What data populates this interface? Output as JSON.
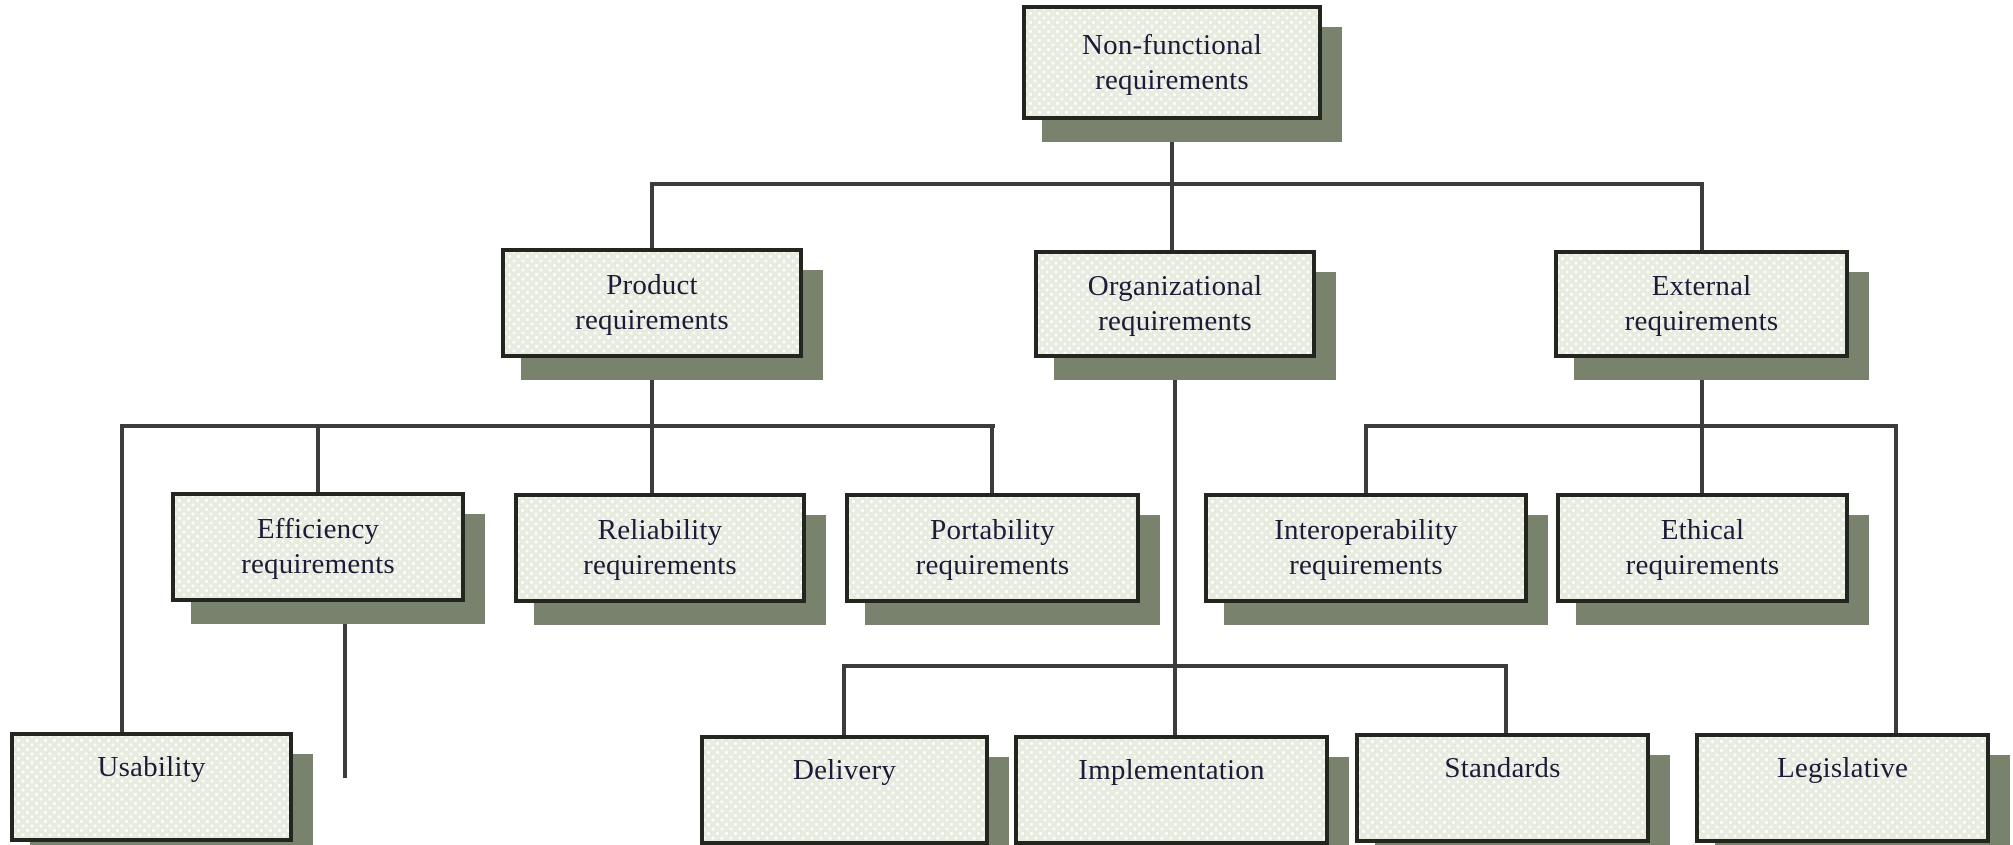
{
  "diagram": {
    "type": "hierarchy-tree",
    "topic": "Non-functional requirements classification",
    "colors": {
      "background": "#ffffff",
      "box_fill": "#e7ebe0",
      "box_texture_dot": "#ffffff",
      "box_border": "#23261e",
      "box_shadow": "#78826d",
      "connector_line": "#3c3c3c",
      "text": "#1c1c38"
    },
    "nodes": {
      "root": {
        "line1": "Non-functional",
        "line2": "requirements"
      },
      "product": {
        "line1": "Product",
        "line2": "requirements"
      },
      "organizational": {
        "line1": "Organizational",
        "line2": "requirements"
      },
      "external": {
        "line1": "External",
        "line2": "requirements"
      },
      "efficiency": {
        "line1": "Efficiency",
        "line2": "requirements"
      },
      "reliability": {
        "line1": "Reliability",
        "line2": "requirements"
      },
      "portability": {
        "line1": "Portability",
        "line2": "requirements"
      },
      "interoperability": {
        "line1": "Interoperability",
        "line2": "requirements"
      },
      "ethical": {
        "line1": "Ethical",
        "line2": "requirements"
      },
      "usability": {
        "line1": "Usability",
        "line2": ""
      },
      "delivery": {
        "line1": "Delivery",
        "line2": ""
      },
      "implementation": {
        "line1": "Implementation",
        "line2": ""
      },
      "standards": {
        "line1": "Standards",
        "line2": ""
      },
      "legislative": {
        "line1": "Legislative",
        "line2": ""
      }
    },
    "edges": [
      "root-product",
      "root-organizational",
      "root-external",
      "product-efficiency",
      "product-reliability",
      "product-portability",
      "product-usability",
      "organizational-delivery",
      "organizational-implementation",
      "organizational-standards",
      "external-interoperability",
      "external-ethical",
      "external-legislative"
    ]
  }
}
